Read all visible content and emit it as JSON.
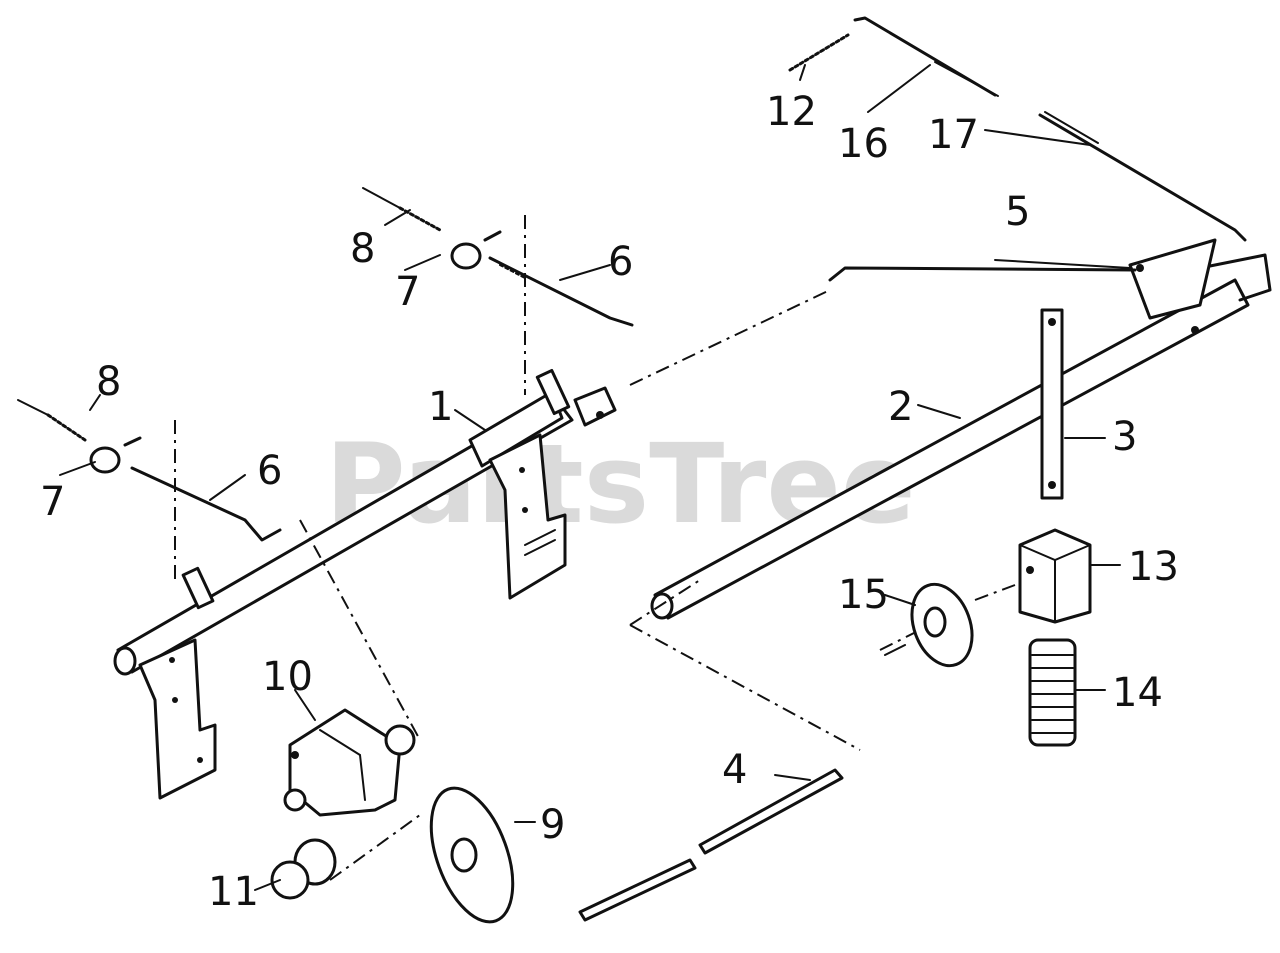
{
  "watermark": "PartsTree",
  "callouts": {
    "c1": "1",
    "c2": "2",
    "c3": "3",
    "c4": "4",
    "c5": "5",
    "c6a": "6",
    "c6b": "6",
    "c7a": "7",
    "c7b": "7",
    "c8a": "8",
    "c8b": "8",
    "c9": "9",
    "c10": "10",
    "c11": "11",
    "c12": "12",
    "c13": "13",
    "c14": "14",
    "c15": "15",
    "c16": "16",
    "c17": "17"
  }
}
